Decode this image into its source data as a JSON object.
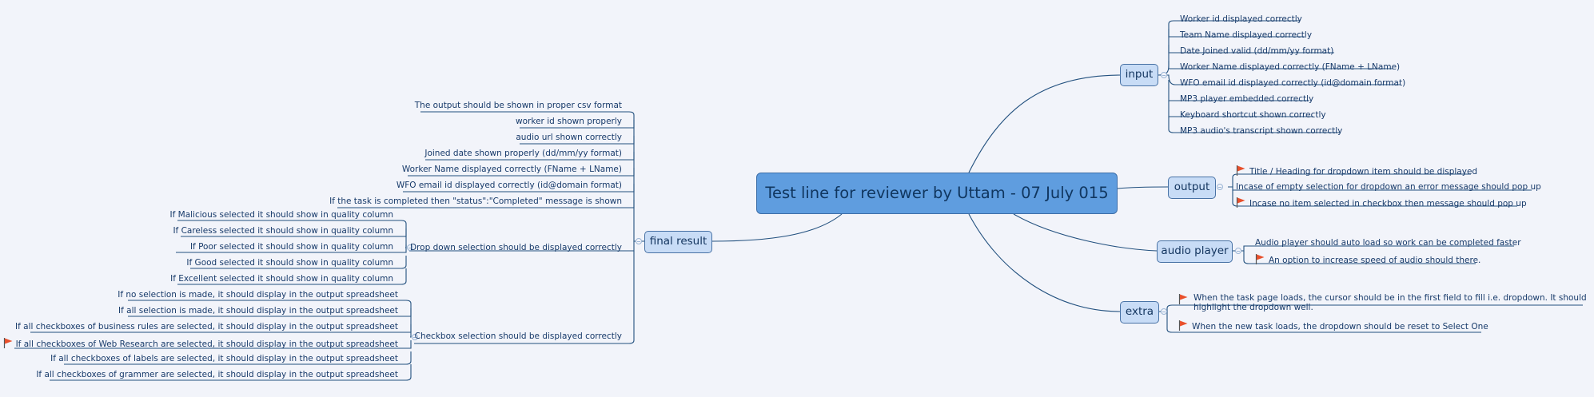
{
  "central": {
    "title": "Test line for reviewer by Uttam - 07 July 015"
  },
  "input": {
    "label": "input",
    "items": [
      "Worker id displayed correctly",
      "Team Name displayed correctly",
      "Date Joined valid (dd/mm/yy format)",
      "Worker Name displayed correctly (FName + LName)",
      "WFO email id displayed correctly (id@domain format)",
      "MP3 player embedded correctly",
      "Keyboard shortcut shown correctly",
      "MP3 audio's transcript shown correctly"
    ]
  },
  "output": {
    "label": "output",
    "items": [
      "Title / Heading for dropdown item should be displayed",
      "Incase of empty selection for dropdown an error message should pop up",
      "Incase no item selected in checkbox then message should pop up"
    ]
  },
  "audio_player": {
    "label": "audio player",
    "items": [
      "Audio player should auto load so work can be completed faster",
      "An option to increase speed of audio should there."
    ]
  },
  "extra": {
    "label": "extra",
    "items": [
      "When the task page loads, the cursor should be in the first field to fill i.e. dropdown. It should",
      "highlight the dropdown well.",
      "When the new task loads, the dropdown should be reset to Select One"
    ]
  },
  "final_result": {
    "label": "final result",
    "items": [
      "The output should be shown in proper csv format",
      "worker id shown properly",
      "audio url shown correctly",
      "Joined date shown properly (dd/mm/yy format)",
      "Worker Name displayed correctly (FName + LName)",
      "WFO email id displayed correctly (id@domain format)",
      "If the task is completed then \"status\":\"Completed\" message is shown",
      "Drop down selection should be displayed correctly",
      "Checkbox selection should be displayed correctly"
    ],
    "dropdown_items": [
      "If Malicious selected it should show in quality column",
      "If Careless selected it should show in quality column",
      "If Poor selected it should show in quality column",
      "If Good selected it should show in quality column",
      "If Excellent selected it should show in quality column"
    ],
    "checkbox_items": [
      "If no selection is made, it should display in the output spreadsheet",
      "If all selection is made, it should display in the output spreadsheet",
      "If all checkboxes of business rules are selected, it should display in the output spreadsheet",
      "If all checkboxes of Web Research are selected, it should display in the output spreadsheet",
      "If all checkboxes of labels are selected, it should display in the output spreadsheet",
      "If all checkboxes of grammer are selected, it should display in the output spreadsheet"
    ]
  },
  "colors": {
    "line": "#23517f",
    "central": "#5f9ddf",
    "topic": "#c8dcf6",
    "flag": "#e8502c",
    "background": "#f2f4fa"
  }
}
